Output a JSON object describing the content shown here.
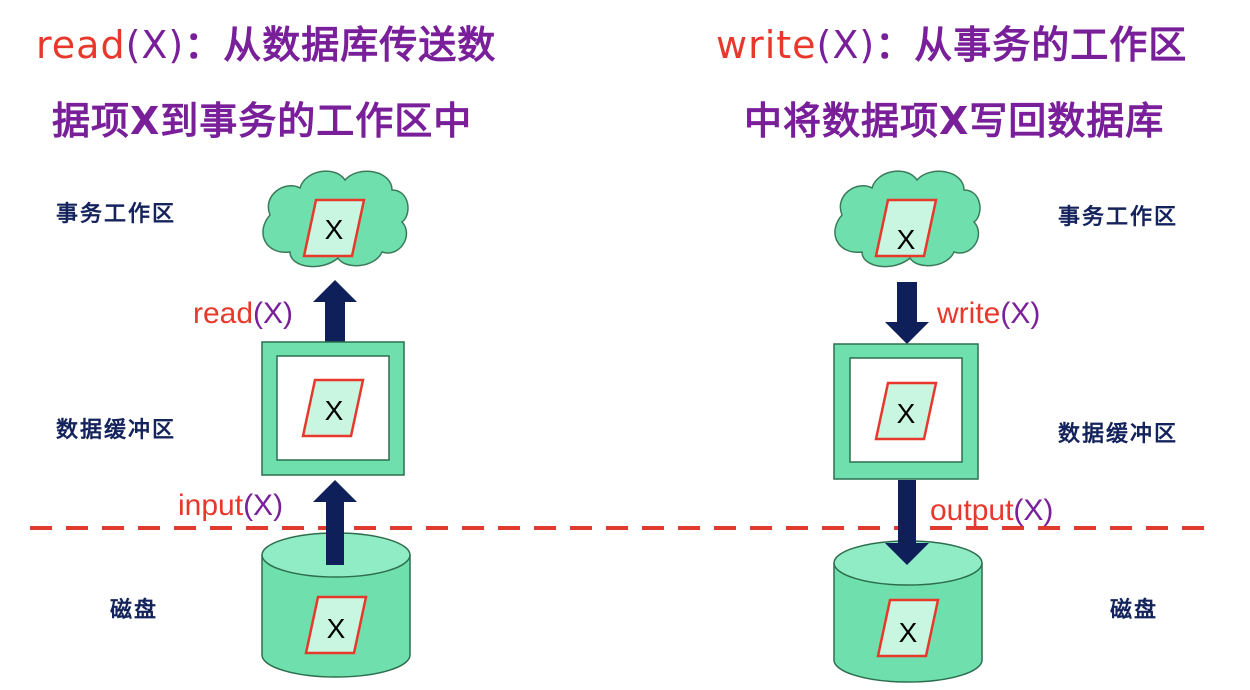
{
  "left": {
    "title_line1": {
      "op": "read",
      "args": "(X)",
      "rest": "：从数据库传送数"
    },
    "title_line2": "据项X到事务的工作区中",
    "workspace_label": "事务工作区",
    "buffer_label": "数据缓冲区",
    "disk_label": "磁盘",
    "upper_arrow": {
      "op": "read",
      "args": "(X)"
    },
    "lower_arrow": {
      "op": "input",
      "args": "(X)"
    }
  },
  "right": {
    "title_line1": {
      "op": "write",
      "args": "(X)",
      "rest": "：从事务的工作区"
    },
    "title_line2": "中将数据项X写回数据库",
    "workspace_label": "事务工作区",
    "buffer_label": "数据缓冲区",
    "disk_label": "磁盘",
    "upper_arrow": {
      "op": "write",
      "args": "(X)"
    },
    "lower_arrow": {
      "op": "output",
      "args": "(X)"
    }
  },
  "item_label": "X",
  "colors": {
    "op_red": "#e8382b",
    "title_purple": "#7a1f9a",
    "label_navy": "#14235c",
    "arrow_navy": "#0f1f5a",
    "green_fill": "#6fe0ad",
    "item_fill": "#c9f6e0",
    "dash_red": "#e03a2e"
  }
}
